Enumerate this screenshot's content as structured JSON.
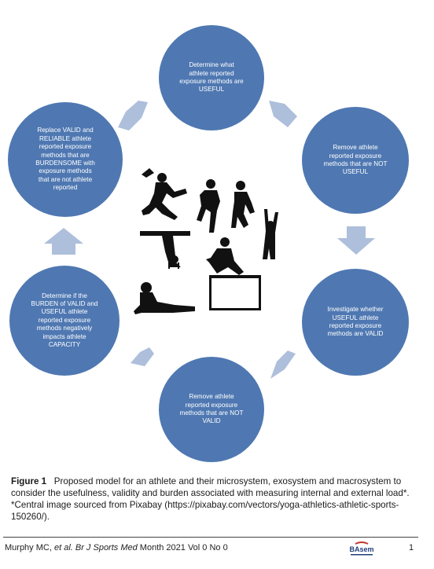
{
  "nodes": [
    {
      "id": "top",
      "lines": [
        "Determine what",
        "athlete reported",
        "exposure methods are",
        "USEFUL"
      ]
    },
    {
      "id": "upper-right",
      "lines": [
        "Remove athlete",
        "reported exposure",
        "methods that are NOT",
        "USEFUL"
      ]
    },
    {
      "id": "lower-right",
      "lines": [
        "Investigate whether",
        "USEFUL athlete",
        "reported exposure",
        "methods are VALID"
      ]
    },
    {
      "id": "bottom",
      "lines": [
        "Remove athlete",
        "reported exposure",
        "methods that are NOT",
        "VALID"
      ]
    },
    {
      "id": "lower-left",
      "lines": [
        "Determine if the",
        "BURDEN of VALID and",
        "USEFUL athlete",
        "reported exposure",
        "methods negatively",
        "impacts athlete",
        "CAPACITY"
      ]
    },
    {
      "id": "upper-left",
      "lines": [
        "Replace VALID and",
        "RELIABLE athlete",
        "reported exposure",
        "methods that are",
        "BURDENSOME with",
        "exposure methods",
        "that are not athlete",
        "reported"
      ]
    }
  ],
  "colors": {
    "node_fill": "#4f78b2",
    "arrow_fill": "#aebfdc",
    "silhouette": "#111111"
  },
  "center_image": "athletes-silhouette",
  "caption": {
    "label": "Figure 1",
    "text": "Proposed model for an athlete and their microsystem, exosystem and macrosystem to consider the usefulness, validity and burden associated with measuring internal and external load*. *Central image sourced from Pixabay (https://pixabay.com/vectors/yoga-athletics-athletic-sports-150260/)."
  },
  "footer": {
    "authors": "Murphy MC, ",
    "etal": "et al. Br J Sports Med",
    "citation": " Month 2021 Vol 0 No 0",
    "logo_text": "BAsem",
    "page": "1"
  }
}
